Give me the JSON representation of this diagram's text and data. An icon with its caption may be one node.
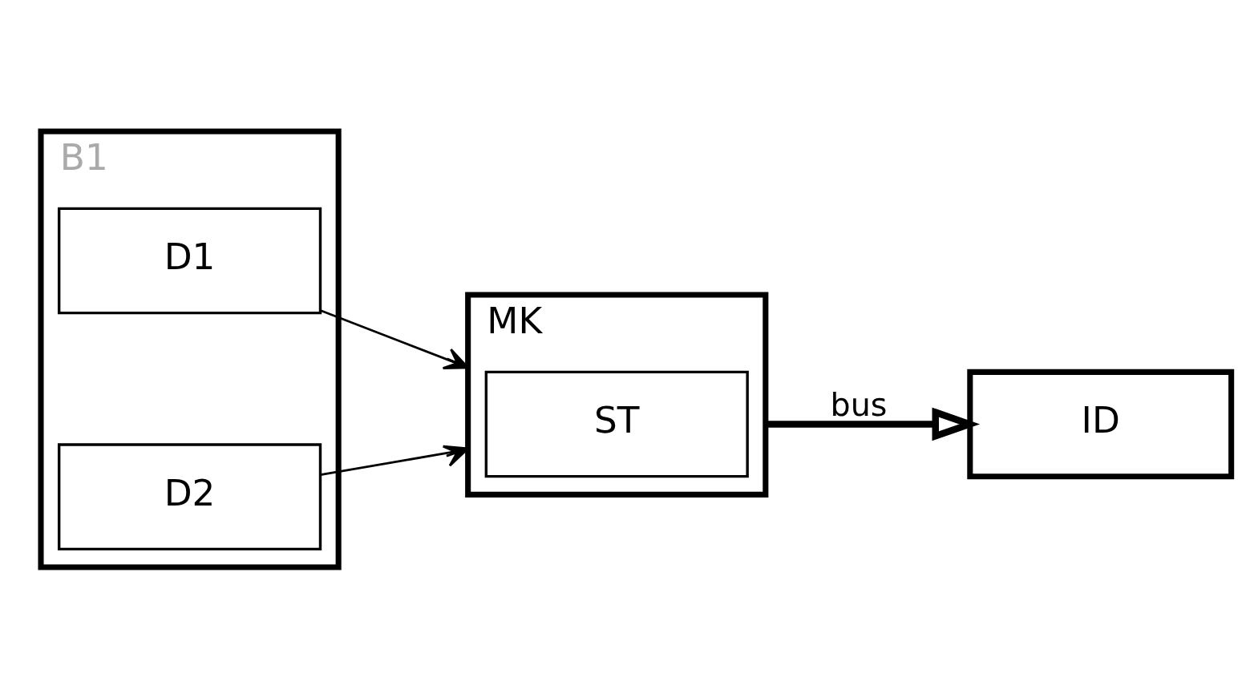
{
  "diagram": {
    "nodes": [
      {
        "text": [
          "B1"
        ]
      },
      {
        "text": [
          "D1"
        ],
        "in": 0
      },
      {
        "text": [
          "D2"
        ],
        "in": 0
      },
      {
        "text": [
          "MK"
        ]
      },
      {
        "text": [
          "ST"
        ],
        "in": 3
      },
      {
        "text": [
          "ID"
        ]
      }
    ],
    "edges": [
      {
        "from": 1,
        "to": 3,
        "arrow": "to"
      },
      {
        "from": 2,
        "to": 3,
        "arrow": "to"
      },
      {
        "from": 3,
        "to": 5,
        "label": "bus",
        "arrow": "to",
        "style": "thick"
      }
    ]
  }
}
